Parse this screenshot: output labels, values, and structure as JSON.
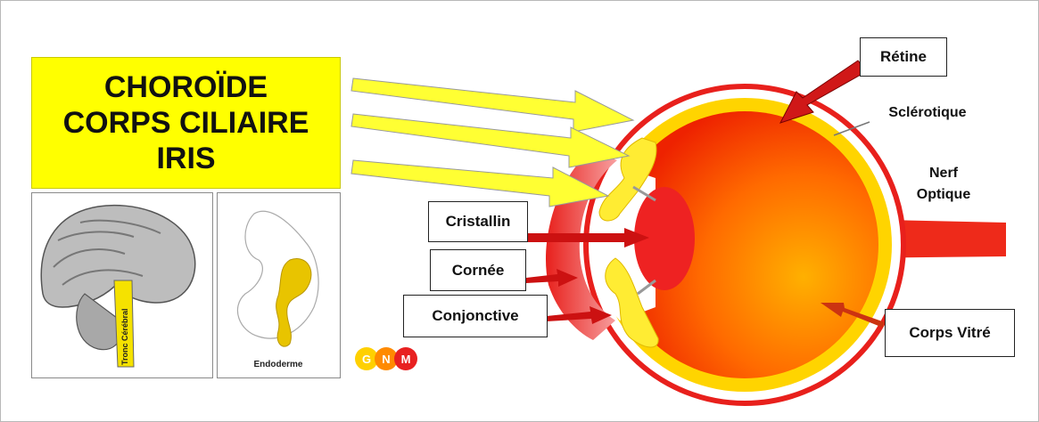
{
  "title_lines": [
    "CHOROÏDE",
    "CORPS CILIAIRE",
    "IRIS"
  ],
  "labels": {
    "retine": "Rétine",
    "sclerotique": "Sclérotique",
    "nerf_line1": "Nerf",
    "nerf_line2": "Optique",
    "cristallin": "Cristallin",
    "cornee": "Cornée",
    "conjonctive": "Conjonctive",
    "corps_vitre": "Corps Vitré"
  },
  "panels": {
    "brain_label": "Tronc Cérébral",
    "embryo_label": "Endoderme"
  },
  "logo_letters": [
    "G",
    "N",
    "M"
  ],
  "colors": {
    "title_bg": "#ffff00",
    "eye_outer": "#e8201c",
    "eye_inner": "#ffd400",
    "arrow_yellow": "#ffff33",
    "arrow_red": "#cc1111"
  }
}
